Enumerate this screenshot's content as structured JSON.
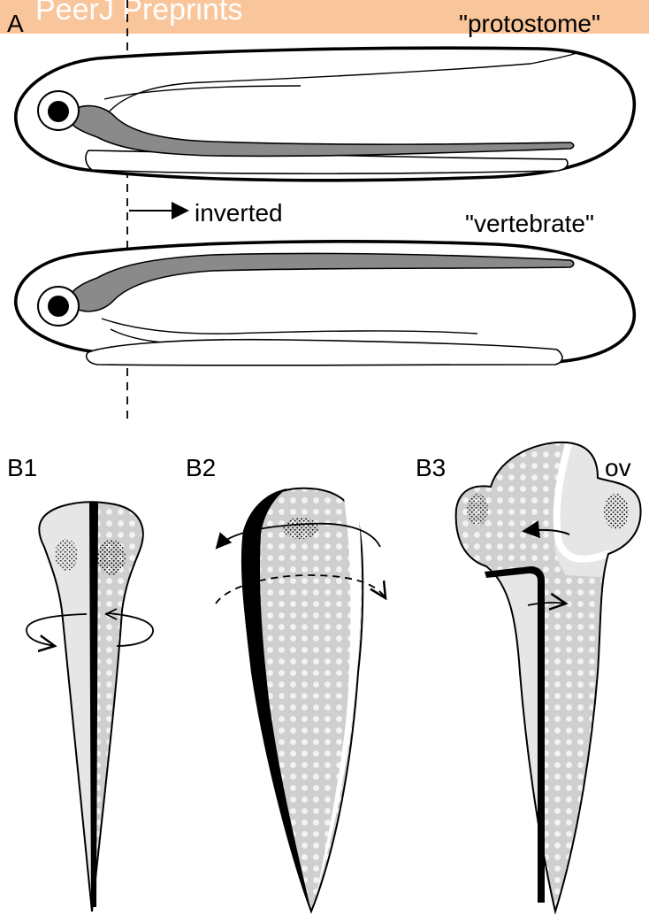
{
  "banner": {
    "text": "PeerJ Preprints",
    "color": "#f9c59a"
  },
  "panel_a": {
    "label": "A",
    "top_title": "\"protostome\"",
    "arrow_label": "inverted",
    "bottom_title": "\"vertebrate\""
  },
  "panel_b": {
    "b1_label": "B1",
    "b2_label": "B2",
    "b3_label": "B3",
    "ov_label": "ov"
  },
  "colors": {
    "gut": "#8a8a8a",
    "outline": "#000000",
    "light_fill": "#e6e6e6",
    "dotted_fill": "#cfcfcf",
    "banner": "#f9c59a"
  }
}
